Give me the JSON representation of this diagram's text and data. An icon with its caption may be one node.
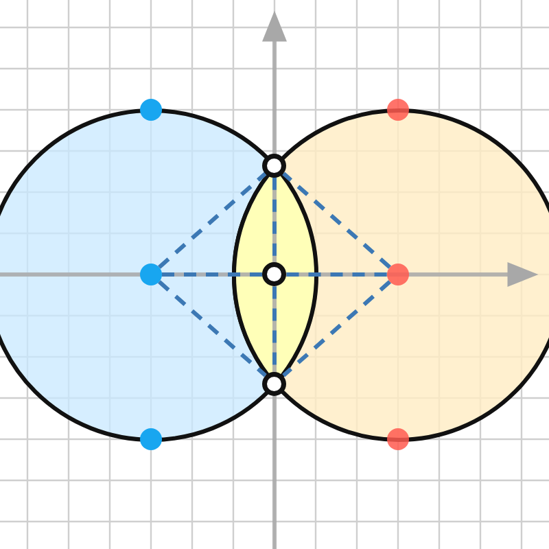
{
  "diagram": {
    "nodes": [
      {
        "text": [],
        "shape": "circle"
      },
      {
        "text": [],
        "shape": "circle"
      },
      {
        "text": [],
        "shape": "lens"
      },
      {
        "text": [],
        "shape": "circle"
      },
      {
        "text": [],
        "shape": "circle",
        "in": 0
      },
      {
        "text": [],
        "shape": "circle"
      },
      {
        "text": [],
        "shape": "circle"
      },
      {
        "text": [],
        "shape": "circle",
        "in": 1
      },
      {
        "text": [],
        "shape": "circle"
      },
      {
        "text": [],
        "shape": "circle"
      },
      {
        "text": [],
        "shape": "circle",
        "in": 2
      },
      {
        "text": [],
        "shape": "circle"
      }
    ],
    "edges": [
      {
        "from": 4,
        "to": 9,
        "arrow": "none",
        "style": "dashed"
      },
      {
        "from": 4,
        "to": 11,
        "arrow": "none",
        "style": "dashed"
      },
      {
        "from": 7,
        "to": 9,
        "arrow": "none",
        "style": "dashed"
      },
      {
        "from": 7,
        "to": 11,
        "arrow": "none",
        "style": "dashed"
      },
      {
        "from": 9,
        "to": 10,
        "arrow": "none",
        "style": "dashed"
      },
      {
        "from": 10,
        "to": 11,
        "arrow": "none",
        "style": "dashed"
      },
      {
        "from": 4,
        "to": 10,
        "arrow": "none",
        "style": "dashed"
      },
      {
        "from": 10,
        "to": 7,
        "arrow": "none",
        "style": "dashed"
      }
    ]
  }
}
